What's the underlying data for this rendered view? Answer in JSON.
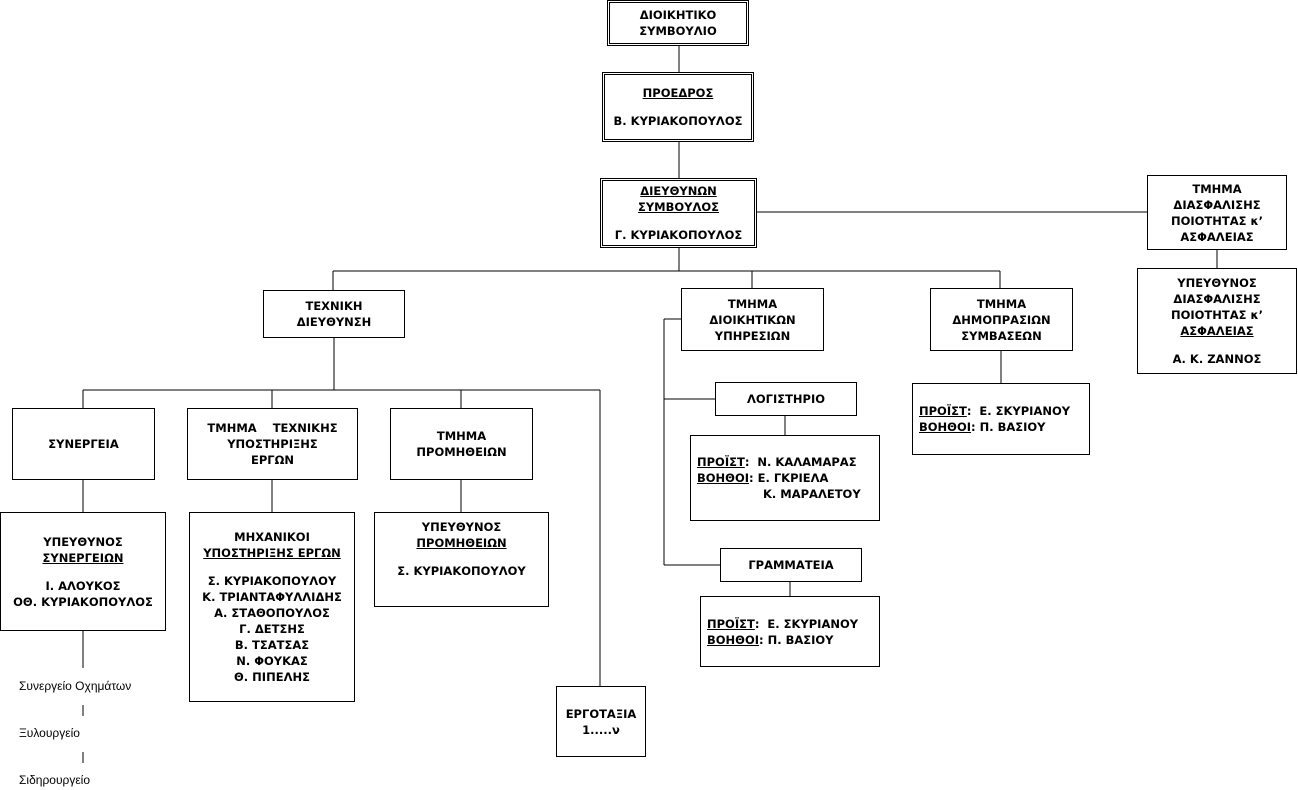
{
  "board": [
    "ΔΙΟΙΚΗΤΙΚΟ",
    "ΣΥΜΒΟΥΛΙΟ"
  ],
  "chairman": {
    "role": "ΠΡΟΕΔΡΟΣ",
    "name": "Β. ΚΥΡΙΑΚΟΠΟΥΛΟΣ"
  },
  "ceo": {
    "role1": "ΔΙΕΥΘΥΝΩΝ",
    "role2": "ΣΥΜΒΟΥΛΟΣ",
    "name": "Γ. ΚΥΡΙΑΚΟΠΟΥΛΟΣ"
  },
  "quality_dept": [
    "ΤΜΗΜΑ",
    "ΔΙΑΣΦΑΛΙΣΗΣ",
    "ΠΟΙΟΤΗΤΑΣ κ’",
    "ΑΣΦΑΛΕΙΑΣ"
  ],
  "quality_head": {
    "l1": "ΥΠΕΥΘΥΝΟΣ",
    "l2": "ΔΙΑΣΦΑΛΙΣΗΣ",
    "l3": "ΠΟΙΟΤΗΤΑΣ κ’",
    "l4": "ΑΣΦΑΛΕΙΑΣ",
    "name": "Α. Κ. ΖΑΝΝΟΣ"
  },
  "technical": [
    "ΤΕΧΝΙΚΗ",
    "ΔΙΕΥΘΥΝΣΗ"
  ],
  "admin": [
    "ΤΜΗΜΑ",
    "ΔΙΟΙΚΗΤΙΚΩΝ",
    "ΥΠΗΡΕΣΙΩΝ"
  ],
  "tenders": [
    "ΤΜΗΜΑ",
    "ΔΗΜΟΠΡΑΣΙΩΝ",
    "ΣΥΜΒΑΣΕΩΝ"
  ],
  "tenders_staff": {
    "head_label": "ΠΡΟΪΣΤ",
    "head": ":  Ε. ΣΚΥΡΙΑΝΟΥ",
    "asst_label": "ΒΟΗΘΟΙ",
    "asst": ": Π. ΒΑΣΙΟΥ"
  },
  "workshops": "ΣΥΝΕΡΓΕΙΑ",
  "tech_support": [
    "ΤΜΗΜΑ    ΤΕΧΝΙΚΗΣ",
    "ΥΠΟΣΤΗΡΙΞΗΣ",
    "ΕΡΓΩΝ"
  ],
  "procurement": [
    "ΤΜΗΜΑ",
    "ΠΡΟΜΗΘΕΙΩΝ"
  ],
  "workshops_head": {
    "l1": "ΥΠΕΥΘΥΝΟΣ",
    "l2": "ΣΥΝΕΡΓΕΙΩΝ",
    "n1": "Ι. ΑΛΟΥΚΟΣ",
    "n2": "ΟΘ. ΚΥΡΙΑΚΟΠΟΥΛΟΣ"
  },
  "engineers": {
    "l1": "ΜΗΧΑΝΙΚΟΙ",
    "l2": "ΥΠΟΣΤΗΡΙΞΗΣ ΕΡΓΩΝ",
    "names": [
      "Σ. ΚΥΡΙΑΚΟΠΟΥΛΟΥ",
      "Κ. ΤΡΙΑΝΤΑΦΥΛΛΙΔΗΣ",
      "Α. ΣΤΑΘΟΠΟΥΛΟΣ",
      "Γ. ΔΕΤΣΗΣ",
      "Β. ΤΣΑΤΣΑΣ",
      "Ν. ΦΟΥΚΑΣ",
      "Θ. ΠΙΠΕΛΗΣ"
    ]
  },
  "procurement_head": {
    "l1": "ΥΠΕΥΘΥΝΟΣ",
    "l2": "ΠΡΟΜΗΘΕΙΩΝ",
    "name": "Σ. ΚΥΡΙΑΚΟΠΟΥΛΟΥ"
  },
  "accounting": "ΛΟΓΙΣΤΗΡΙΟ",
  "accounting_staff": {
    "head_label": "ΠΡΟΪΣΤ",
    "head": ":  Ν. ΚΑΛΑΜΑΡΑΣ",
    "asst_label": "ΒΟΗΘΟΙ",
    "asst": ": Ε. ΓΚΡΙΕΛΑ",
    "asst2": "Κ. ΜΑΡΑΛΕΤΟΥ"
  },
  "secretariat": "ΓΡΑΜΜΑΤΕΙΑ",
  "secretariat_staff": {
    "head_label": "ΠΡΟΪΣΤ",
    "head": ":  Ε. ΣΚΥΡΙΑΝΟΥ",
    "asst_label": "ΒΟΗΘΟΙ",
    "asst": ": Π. ΒΑΣΙΟΥ"
  },
  "sites": [
    "ΕΡΓΟΤΑΞΙΑ",
    "1.....ν"
  ],
  "workshop_list": [
    "Συνεργείο Οχημάτων",
    "Ξυλουργείο",
    "Σιδηρουργείο"
  ]
}
